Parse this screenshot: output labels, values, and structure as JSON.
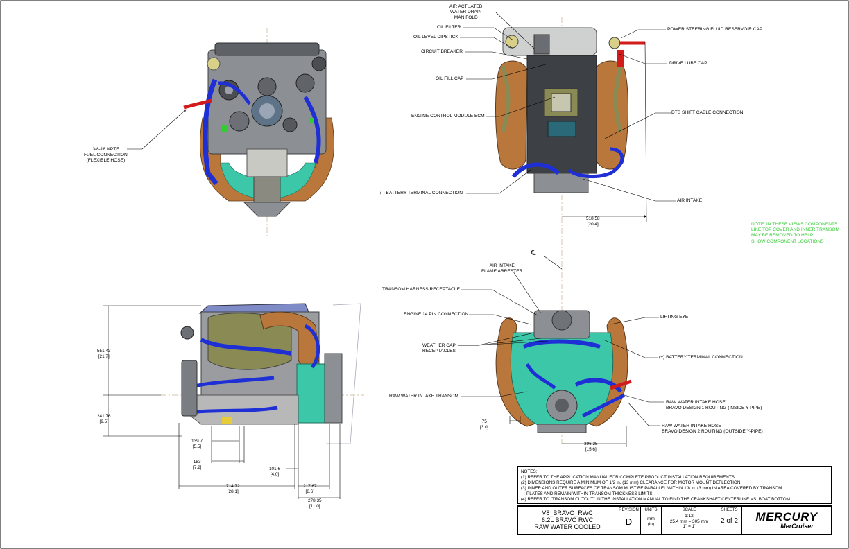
{
  "labels": {
    "fuel_connection": "3/8-18 NPTF\nFUEL CONNECTION\n(FLEXIBLE HOSE)",
    "air_actuated": "AIR ACTUATED\nWATER DRAIN\nMANIFOLD",
    "oil_filter": "OIL FILTER",
    "oil_dipstick": "OIL LEVEL DIPSTICK",
    "circuit_breaker": "CIRCUIT BREAKER",
    "oil_fill_cap": "OIL FILL CAP",
    "ecm": "ENGINE CONTROL MODULE ECM",
    "battery_neg": "(-) BATTERY TERMINAL CONNECTION",
    "power_steering": "POWER STEERING FLUID RESERVOIR CAP",
    "drive_lube": "DRIVE LUBE CAP",
    "dts_shift": "DTS SHIFT CABLE CONNECTION",
    "air_intake_top": "AIR INTAKE",
    "air_intake_flame": "AIR INTAKE\nFLAME ARRESTER",
    "transom_harness": "TRANSOM HARNESS RECEPTACLE",
    "engine_14pin": "ENGINE 14 PIN CONNECTION",
    "weather_cap": "WEATHER CAP\nRECEPTACLES",
    "raw_water_transom": "RAW WATER INTAKE TRANSOM",
    "lifting_eye": "LIFTING EYE",
    "battery_pos": "(+) BATTERY TERMINAL CONNECTION",
    "raw_hose_1": "RAW WATER INTAKE HOSE\nBRAVO DESIGN 1 ROUTING (INSIDE Y-PIPE)",
    "raw_hose_2": "RAW WATER INTAKE HOSE\nBRAVO DESIGN 2 ROUTING (OUTSIDE Y-PIPE)",
    "centerline": "℄"
  },
  "dimensions": {
    "d518": "518.58\n[20.4]",
    "d551": "551.43\n[21.7]",
    "d241": "241.76\n[9.5]",
    "d139": "139.7\n[5.5]",
    "d183": "183\n[7.2]",
    "d101": "101.6\n[4.0]",
    "d714": "714.72\n[28.1]",
    "d217": "217.67\n[8.6]",
    "d278": "278.35\n[11.0]",
    "d75": "75\n[3.0]",
    "d396": "396.25\n[15.6]"
  },
  "green_note": "NOTE: IN THESE VIEWS COMPONENTS\nLIKE TOP COVER AND INNER TRANSOM\nMAY BE REMOVED TO HELP\nSHOW COMPONENT LOCATIONS",
  "notes": {
    "heading": "NOTES:",
    "n1": "(1) REFER TO THE APPLICATION MANUAL FOR COMPLETE PRODUCT INSTALLATION REQUIREMENTS.",
    "n2": "(2) DIMENSIONS REQUIRE A MINIMUM OF 1/2 in. (13 mm) CLEARANCE FOR MOTOR MOUNT DEFLECTION.",
    "n3a": "(3) INNER AND OUTER SURFACES OF TRANSOM MUST BE PARALLEL WITHIN 1/8 in. (3 mm) IN AREA COVERED BY TRANSOM",
    "n3b": "PLATES AND REMAIN WITHIN TRANSOM THICKNESS LIMITS.",
    "n4": "(4) REFER TO \"TRANSOM CUTOUT\" IN THE INSTALLATION MANUAL TO FIND THE CRANKSHAFT CENTERLINE VS. BOAT BOTTOM."
  },
  "title_block": {
    "model": "V8_BRAVO_RWC",
    "engine": "6.2L BRAVO RWC",
    "cooling": "RAW WATER COOLED",
    "revision_label": "REVISION",
    "revision": "D",
    "units_label": "UNITS",
    "units": "mm\n(in)",
    "scale_label": "SCALE",
    "scale": "1:12\n25.4 mm = 305 mm\n1\" = 1'",
    "sheets_label": "SHEETS",
    "sheets": "2 of 2",
    "logo": "MERCURY",
    "logo_sub": "MerCruiser"
  },
  "colors": {
    "orange": "#b9773c",
    "blue": "#1f2fd6",
    "teal": "#3cc8a8",
    "gray": "#8c8f94",
    "dark": "#3d4045",
    "green": "#33cc33",
    "red": "#d21c1c",
    "olive": "#8a8a55"
  }
}
